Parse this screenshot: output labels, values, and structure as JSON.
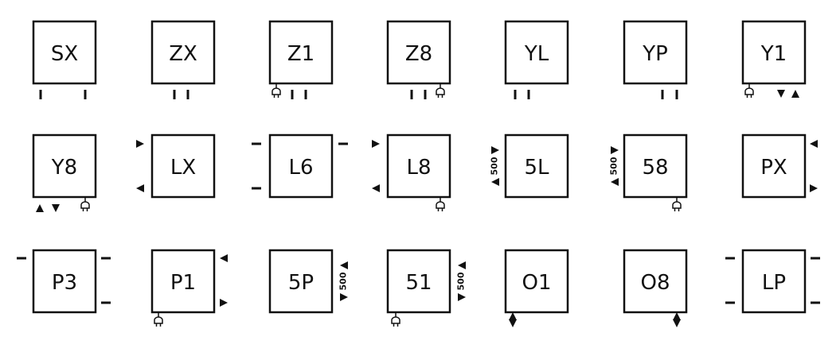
{
  "connection_types": [
    {
      "code": "SX"
    },
    {
      "code": "ZX"
    },
    {
      "code": "Z1"
    },
    {
      "code": "Z8"
    },
    {
      "code": "YL"
    },
    {
      "code": "YP"
    },
    {
      "code": "Y1"
    },
    {
      "code": "Y8"
    },
    {
      "code": "LX"
    },
    {
      "code": "L6"
    },
    {
      "code": "L8"
    },
    {
      "code": "5L"
    },
    {
      "code": "58"
    },
    {
      "code": "PX"
    },
    {
      "code": "P3"
    },
    {
      "code": "P1"
    },
    {
      "code": "5P"
    },
    {
      "code": "51"
    },
    {
      "code": "O1"
    },
    {
      "code": "O8"
    },
    {
      "code": "LP"
    }
  ],
  "dimension_label": "500",
  "colors": {
    "stroke": "#111111",
    "background": "#ffffff"
  }
}
